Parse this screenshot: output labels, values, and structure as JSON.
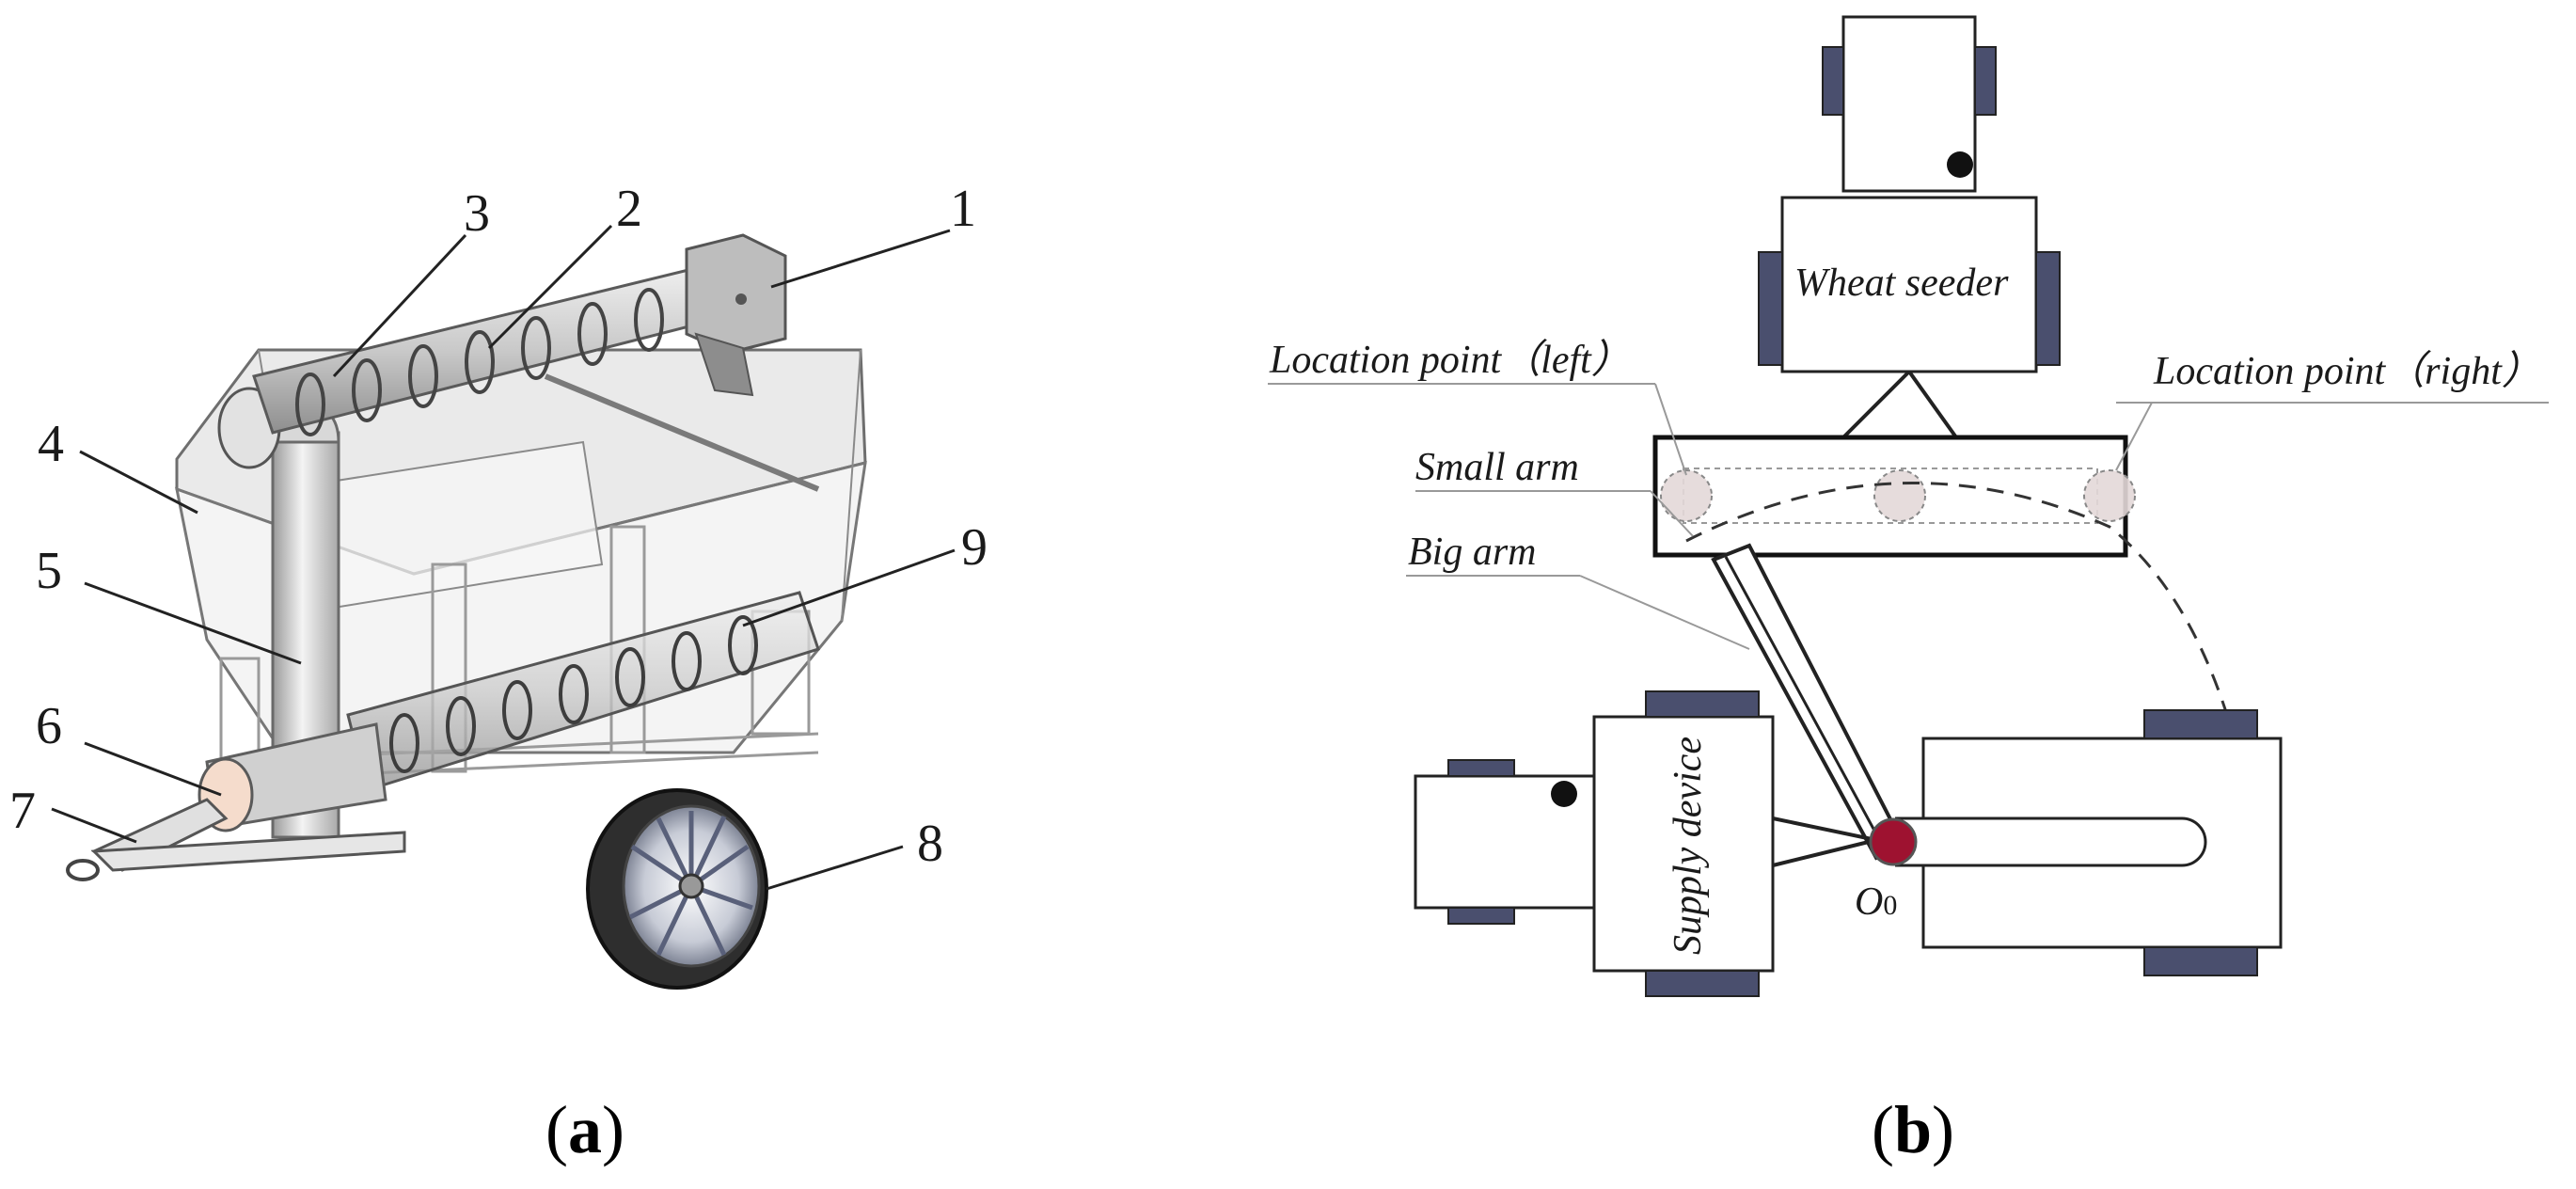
{
  "panel_a": {
    "caption_open": "(",
    "caption_letter": "a",
    "caption_close": ")",
    "part_numbers": [
      "1",
      "2",
      "3",
      "4",
      "5",
      "6",
      "7",
      "8",
      "9"
    ]
  },
  "panel_b": {
    "caption_open": "(",
    "caption_letter": "b",
    "caption_close": ")",
    "wheat_seeder_label": "Wheat seeder",
    "location_left_label": "Location point（left）",
    "location_right_label": "Location point（right）",
    "small_arm_label": "Small arm",
    "big_arm_label": "Big arm",
    "supply_device_label": "Supply device",
    "origin_label": "O",
    "origin_subscript": "0"
  },
  "colors": {
    "tire_dark": "#2b2f45",
    "pivot": "#9e1230",
    "machine_gray": "#b9b9b9"
  }
}
